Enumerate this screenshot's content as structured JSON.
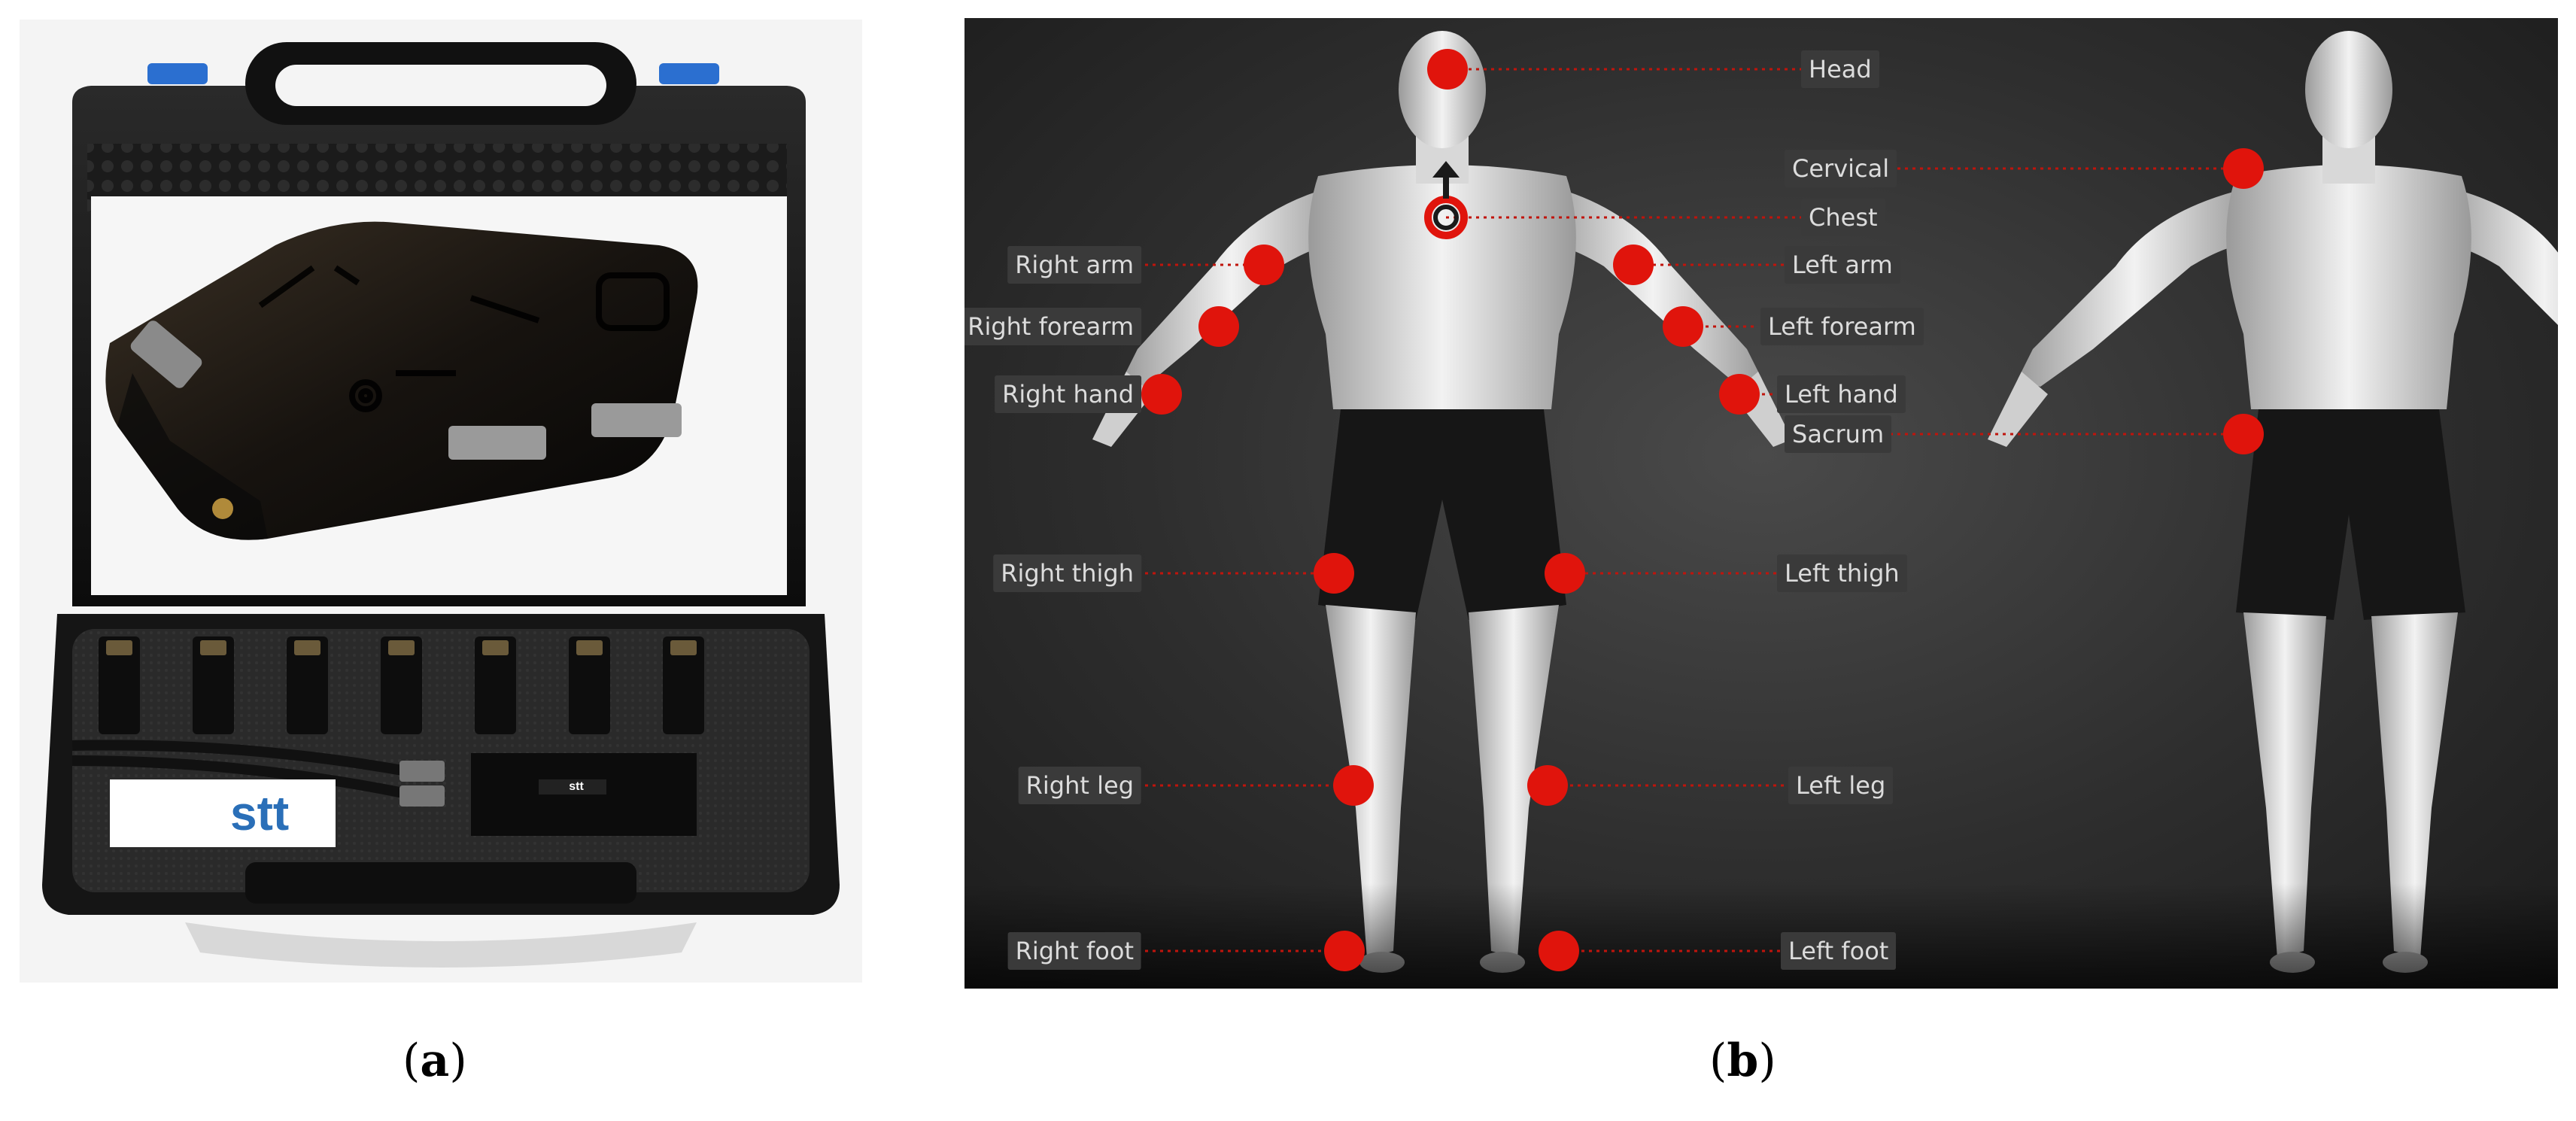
{
  "panel_a": {
    "logo_text": "stt",
    "chip_text": "stt",
    "caption_open": "(",
    "caption_letter": "a",
    "caption_close": ")"
  },
  "panel_b": {
    "caption_open": "(",
    "caption_letter": "b",
    "caption_close": ")",
    "marker_color": "#e0140c",
    "labels": {
      "head": "Head",
      "cervical": "Cervical",
      "chest": "Chest",
      "right_arm": "Right arm",
      "left_arm": "Left arm",
      "right_forearm": "Right forearm",
      "left_forearm": "Left forearm",
      "right_hand": "Right hand",
      "left_hand": "Left hand",
      "sacrum": "Sacrum",
      "right_thigh": "Right thigh",
      "left_thigh": "Left thigh",
      "right_leg": "Right leg",
      "left_leg": "Left leg",
      "right_foot": "Right foot",
      "left_foot": "Left foot"
    }
  }
}
